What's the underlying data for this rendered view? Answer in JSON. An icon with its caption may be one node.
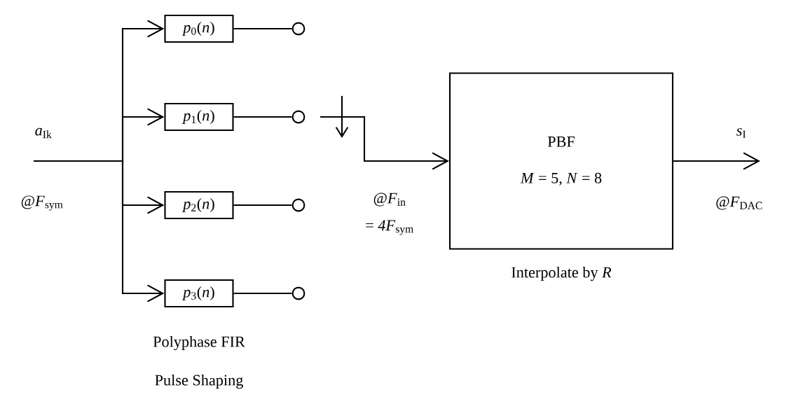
{
  "diagram": {
    "nodes": [
      {
        "text": [
          "*p*$_{0}$(*n*)"
        ]
      },
      {
        "text": [
          "*p*$_{1}$(*n*)"
        ]
      },
      {
        "text": [
          "*p*$_{2}$(*n*)"
        ]
      },
      {
        "text": [
          "*p*$_{3}$(*n*)"
        ]
      },
      {
        "text": [],
        "shape": "circle"
      },
      {
        "text": [],
        "shape": "circle"
      },
      {
        "text": [],
        "shape": "circle"
      },
      {
        "text": [],
        "shape": "circle"
      },
      {
        "text": [
          "PBF",
          "*M* = 5, *N* = 8"
        ],
        "beside": [
          "Interpolate by *R*"
        ]
      }
    ],
    "edges": [
      {
        "from": null,
        "to": 0,
        "arrow": "to"
      },
      {
        "from": null,
        "to": 1,
        "arrow": "to"
      },
      {
        "from": null,
        "to": 2,
        "arrow": "to"
      },
      {
        "from": null,
        "to": 3,
        "arrow": "to"
      },
      {
        "from": 0,
        "to": 4,
        "arrow": "none"
      },
      {
        "from": 1,
        "to": 5,
        "arrow": "none"
      },
      {
        "from": 2,
        "to": 6,
        "arrow": "none"
      },
      {
        "from": 3,
        "to": 7,
        "arrow": "none"
      },
      {
        "from": null,
        "to": 8,
        "arrow": "to"
      },
      {
        "from": 8,
        "to": null,
        "arrow": "to"
      }
    ],
    "labels": [
      "*a*$_{Ik}$",
      "@*F*$_{sym}$",
      "@*F*$_{in}$",
      "= *4F*$_{sym}$",
      "*s*$_{I}$",
      "@*F*$_{DAC}$",
      "Polyphase FIR",
      "Pulse Shaping"
    ]
  }
}
